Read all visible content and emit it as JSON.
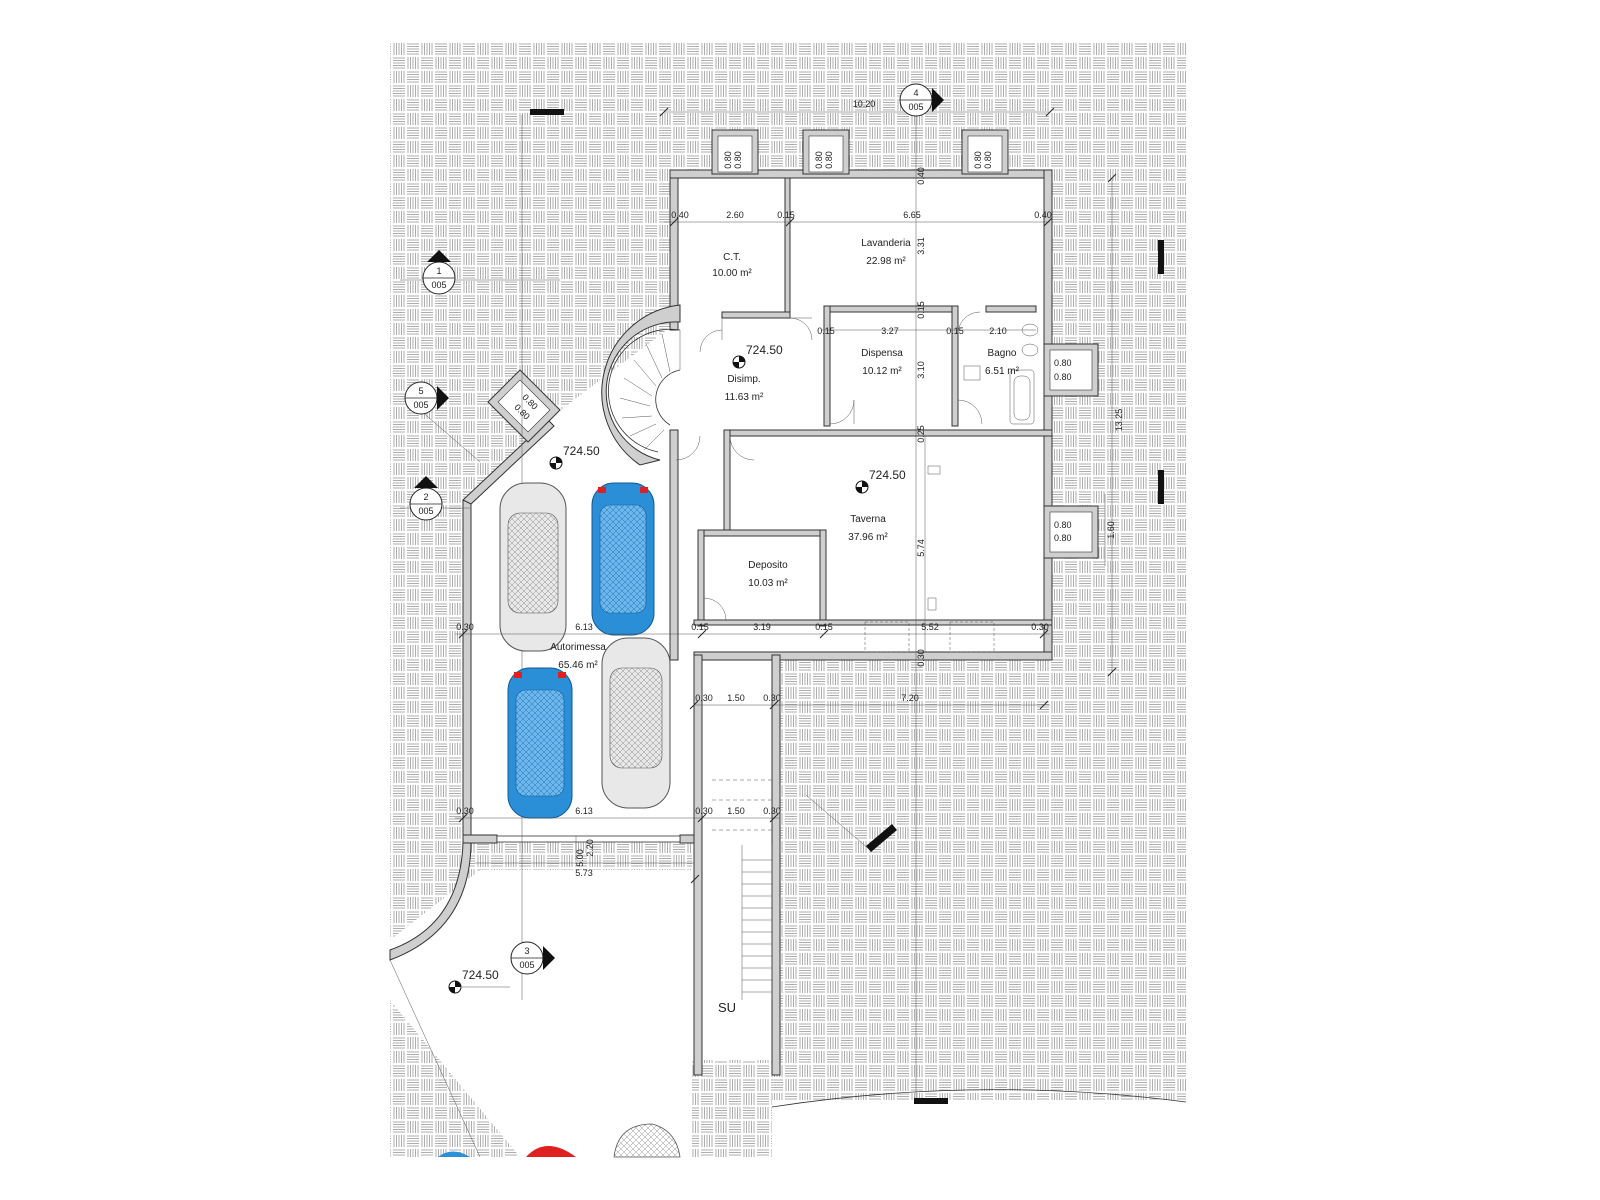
{
  "colors": {
    "paving": "#8a8a8a",
    "wall": "#cfcfcf",
    "car_blue": "#2b8fd8",
    "car_red": "#e02020",
    "car_grey": "#9a9a9a"
  },
  "rooms": [
    {
      "id": "ct",
      "name": "C.T.",
      "area": "10.00 m²"
    },
    {
      "id": "lavanderia",
      "name": "Lavanderia",
      "area": "22.98 m²"
    },
    {
      "id": "dispensa",
      "name": "Dispensa",
      "area": "10.12 m²"
    },
    {
      "id": "bagno",
      "name": "Bagno",
      "area": "6.51 m²"
    },
    {
      "id": "disimp",
      "name": "Disimp.",
      "area": "11.63 m²"
    },
    {
      "id": "taverna",
      "name": "Taverna",
      "area": "37.96 m²"
    },
    {
      "id": "deposito",
      "name": "Deposito",
      "area": "10.03 m²"
    },
    {
      "id": "autorimessa",
      "name": "Autorimessa",
      "area": "65.46 m²"
    }
  ],
  "elevations": [
    "724.50",
    "724.50",
    "724.50",
    "724.50"
  ],
  "section_markers": [
    {
      "num": "4",
      "sheet": "005"
    },
    {
      "num": "1",
      "sheet": "005"
    },
    {
      "num": "5",
      "sheet": "005"
    },
    {
      "num": "2",
      "sheet": "005"
    },
    {
      "num": "3",
      "sheet": "005"
    }
  ],
  "dims": {
    "top_total": "10.20",
    "row1": [
      "0.40",
      "2.60",
      "0.15",
      "6.65",
      "0.40"
    ],
    "row2": [
      "0.15",
      "3.27",
      "0.15",
      "2.10"
    ],
    "row3": [
      "0.30",
      "6.13",
      "0.15",
      "3.19",
      "0.15",
      "5.52",
      "0.30"
    ],
    "row4": [
      "0.30",
      "1.50",
      "0.30"
    ],
    "row5": [
      "0.30",
      "6.13",
      "0.30",
      "1.50",
      "0.30"
    ],
    "v_mid": [
      "0.40",
      "3.31",
      "0.15",
      "3.10",
      "0.25",
      "5.74",
      "0.30"
    ],
    "right_total": "13.25",
    "right_small": "1.60",
    "bottom_total": "7.20",
    "gate_w": "5.73",
    "gate_h": [
      "5.00",
      "2.20"
    ],
    "shafts": [
      {
        "a": "0.80",
        "b": "0.80"
      },
      {
        "a": "0.80",
        "b": "0.80"
      },
      {
        "a": "0.80",
        "b": "0.80"
      },
      {
        "a": "0.80",
        "b": "0.80"
      },
      {
        "a": "0.80",
        "b": "0.80"
      },
      {
        "a": "0.80",
        "b": "0.80"
      }
    ]
  },
  "stair_label": "SU"
}
